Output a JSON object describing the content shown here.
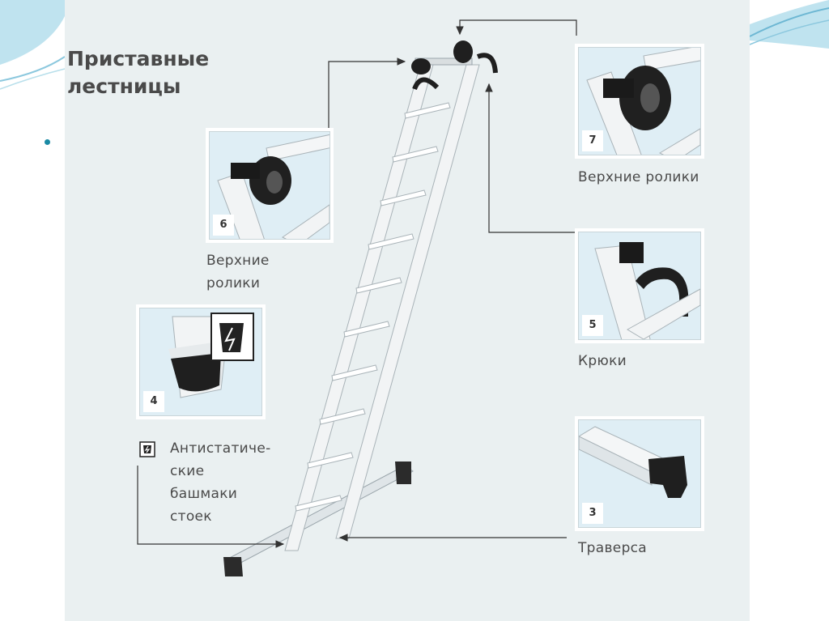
{
  "slide": {
    "title": [
      "Приставные",
      "лестницы"
    ],
    "accent_color": "#1a8aa4",
    "components": [
      {
        "number": "6",
        "caption": [
          "Верхние",
          "ролики"
        ]
      },
      {
        "number": "7",
        "caption": [
          "Верхние ролики"
        ]
      },
      {
        "number": "4",
        "caption": [
          "Антистатиче-",
          "ские",
          "башмаки",
          "стоек"
        ]
      },
      {
        "number": "5",
        "caption": [
          "Крюки"
        ]
      },
      {
        "number": "3",
        "caption": [
          "Траверса"
        ]
      }
    ]
  }
}
